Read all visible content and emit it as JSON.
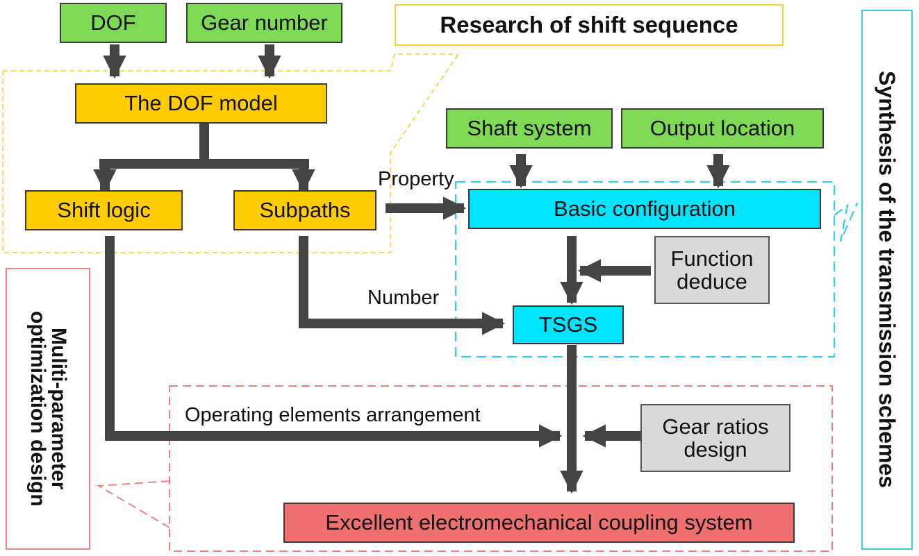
{
  "boxes": {
    "dof": "DOF",
    "gear_number": "Gear number",
    "dof_model": "The DOF model",
    "shift_logic": "Shift logic",
    "subpaths": "Subpaths",
    "shaft_system": "Shaft system",
    "output_location": "Output location",
    "basic_configuration": "Basic configuration",
    "function_deduce": "Function\ndeduce",
    "tsgs": "TSGS",
    "gear_ratios_design": "Gear ratios\ndesign",
    "excellent_system": "Excellent electromechanical coupling system"
  },
  "edge_labels": {
    "property": "Property",
    "number": "Number",
    "operating": "Operating elements arrangement"
  },
  "groups": {
    "shift_sequence": "Research of shift sequence",
    "synthesis": "Synthesis of the transmission schemes",
    "optimization": "Muliti-parameter\noptimization design"
  },
  "colors": {
    "input_green": "#7ed957",
    "dof_yellow": "#ffcc00",
    "config_cyan": "#00e5ff",
    "aux_grey": "#d9d9d9",
    "result_red": "#f07070",
    "arrow": "#444444",
    "group_yellow": "#f5d130",
    "group_cyan": "#2fd0e8",
    "group_red": "#f28080"
  }
}
